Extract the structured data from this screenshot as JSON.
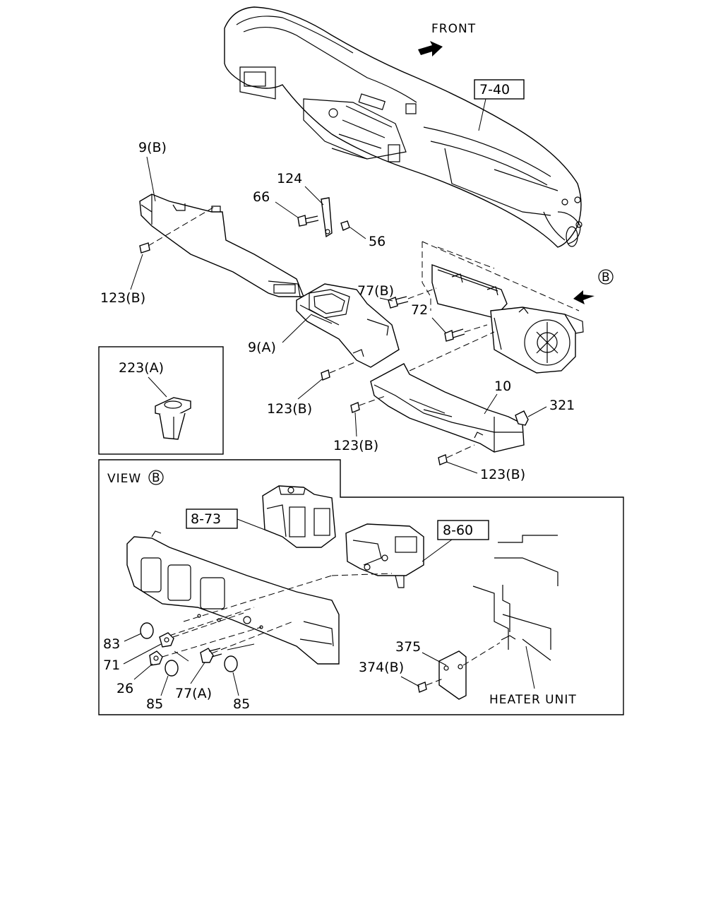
{
  "direction": {
    "front": "FRONT"
  },
  "refs": {
    "r740": "7-40",
    "r873": "8-73",
    "r860": "8-60"
  },
  "view_marker": "B",
  "view_label": "VIEW",
  "callouts": {
    "c9b": "9(B)",
    "c124": "124",
    "c66": "66",
    "c56": "56",
    "c123b_1": "123(B)",
    "c77b": "77(B)",
    "c72": "72",
    "c9a": "9(A)",
    "c223a": "223(A)",
    "c123b_2": "123(B)",
    "c10": "10",
    "c321": "321",
    "c123b_3": "123(B)",
    "c123b_4": "123(B)",
    "c83": "83",
    "c71": "71",
    "c26": "26",
    "c85a": "85",
    "c77a": "77(A)",
    "c85b": "85",
    "c375": "375",
    "c374b": "374(B)"
  },
  "heater_unit": "HEATER UNIT",
  "icons": [
    "arrow-front-icon",
    "arrow-view-b-icon"
  ]
}
